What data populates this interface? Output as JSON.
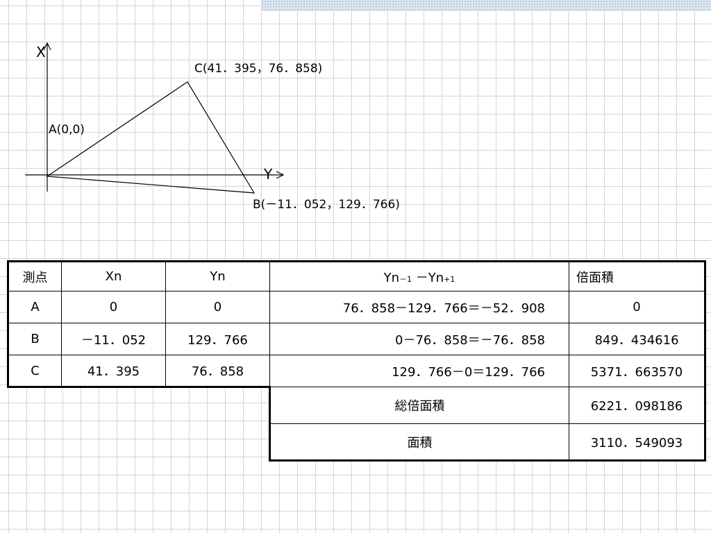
{
  "diagram": {
    "axis_x_label": "X",
    "axis_y_label": "Y",
    "point_a_label": "A(0,0)",
    "point_b_label": "B(－11．052，129．766)",
    "point_c_label": "C(41．395，76．858)"
  },
  "table": {
    "headers": {
      "point": "測点",
      "xn": "Xn",
      "yn": "Yn",
      "diff_a": "Yn",
      "diff_sub1": "－1",
      "diff_b": "－Yn",
      "diff_sub2": "+1",
      "double_area": "倍面積"
    },
    "rows": [
      {
        "point": "A",
        "xn": "0",
        "yn": "0",
        "diff": "76．858－129．766＝－52．908",
        "double_area": "0"
      },
      {
        "point": "B",
        "xn": "－11．052",
        "yn": "129．766",
        "diff": "0－76．858＝－76．858",
        "double_area": "849．434616"
      },
      {
        "point": "C",
        "xn": "41．395",
        "yn": "76．858",
        "diff": "129．766－0＝129．766",
        "double_area": "5371．663570"
      }
    ],
    "total_double_area_label": "総倍面積",
    "total_double_area_value": "6221．098186",
    "area_label": "面積",
    "area_value": "3110．549093"
  }
}
